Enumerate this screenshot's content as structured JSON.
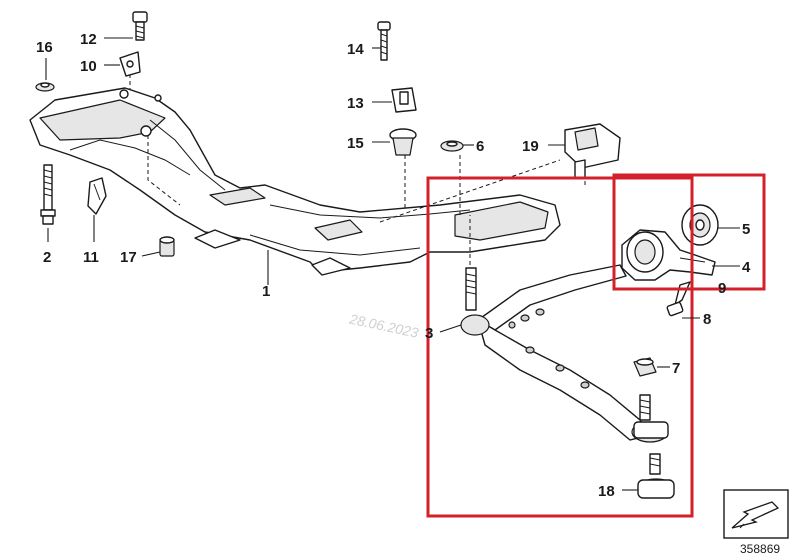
{
  "callouts": [
    {
      "id": "c1",
      "label": "1"
    },
    {
      "id": "c2",
      "label": "2"
    },
    {
      "id": "c3",
      "label": "3"
    },
    {
      "id": "c4",
      "label": "4"
    },
    {
      "id": "c5",
      "label": "5"
    },
    {
      "id": "c6",
      "label": "6"
    },
    {
      "id": "c7",
      "label": "7"
    },
    {
      "id": "c8",
      "label": "8"
    },
    {
      "id": "c9",
      "label": "9"
    },
    {
      "id": "c10",
      "label": "10"
    },
    {
      "id": "c11",
      "label": "11"
    },
    {
      "id": "c12",
      "label": "12"
    },
    {
      "id": "c13",
      "label": "13"
    },
    {
      "id": "c14",
      "label": "14"
    },
    {
      "id": "c15",
      "label": "15"
    },
    {
      "id": "c16",
      "label": "16"
    },
    {
      "id": "c17",
      "label": "17"
    },
    {
      "id": "c18",
      "label": "18"
    },
    {
      "id": "c19",
      "label": "19"
    }
  ],
  "watermark": "28.06.2023",
  "diagram_id": "358869",
  "colors": {
    "line": "#1a1a1a",
    "highlight": "#d4202a",
    "background": "#ffffff"
  },
  "highlight_boxes": 2
}
